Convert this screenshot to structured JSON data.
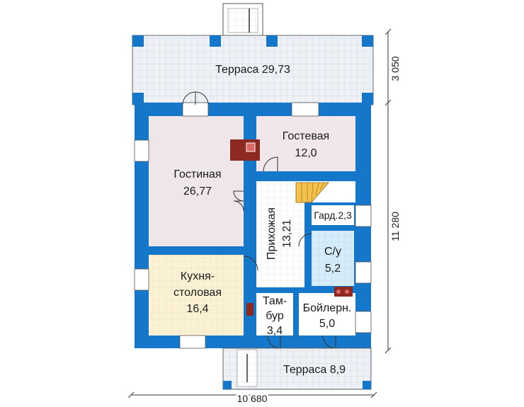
{
  "colors": {
    "wall": "#1577c9",
    "window": "#ffffff",
    "living": "#efe6ea",
    "guest": "#f1e7ea",
    "kitchen": "#fbf2d6",
    "bath": "#d6ecfa",
    "terrace": "#eef2f6",
    "hall": "#ffffff",
    "stairs": "#f4c14a",
    "fireplace": "#8c2a22",
    "line": "#333333"
  },
  "rooms": {
    "terrace_top": {
      "name": "Терраса",
      "area": "29,73"
    },
    "living": {
      "name": "Гостиная",
      "area": "26,77"
    },
    "guest": {
      "name": "Гостевая",
      "area": "12,0"
    },
    "hall": {
      "name": "Прихожая",
      "area": "13,21"
    },
    "wardrobe": {
      "name": "Гард.",
      "area": "2,3"
    },
    "bath": {
      "name": "С/у",
      "area": "5,2"
    },
    "kitchen": {
      "name_line1": "Кухня-",
      "name_line2": "столовая",
      "area": "16,4"
    },
    "vestibule": {
      "name_line1": "Там-",
      "name_line2": "бур",
      "area": "3,4"
    },
    "boiler": {
      "name": "Бойлерн.",
      "area": "5,0"
    },
    "terrace_bottom": {
      "name": "Терраса",
      "area": "8,9"
    }
  },
  "dimensions": {
    "width": "10 680",
    "height_terrace": "3 050",
    "height_house": "11 280"
  }
}
